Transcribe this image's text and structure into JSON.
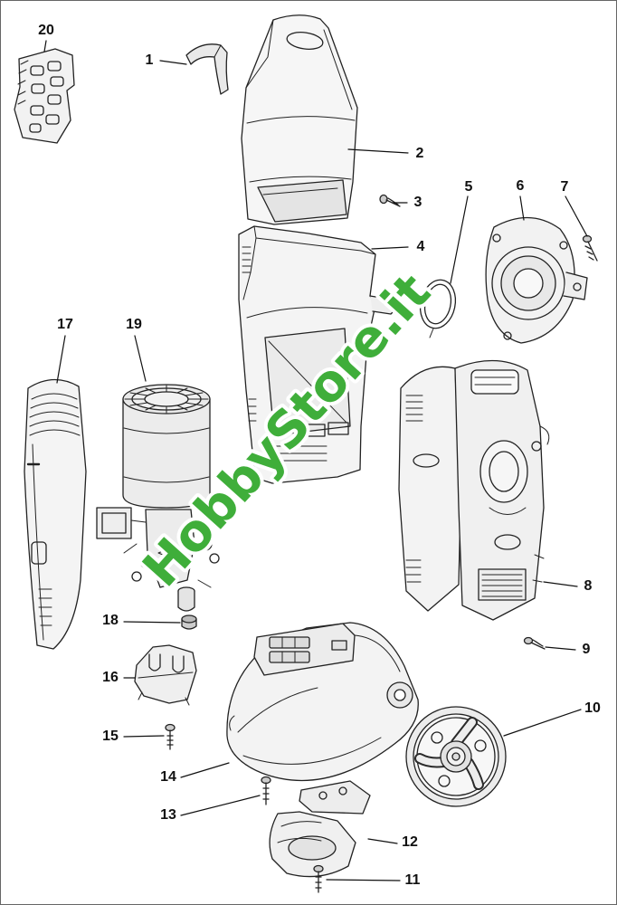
{
  "diagram": {
    "watermark": "HobbyStore.it",
    "watermark_color": "#3fae3a",
    "parts": [
      {
        "label": "1"
      },
      {
        "label": "2"
      },
      {
        "label": "3"
      },
      {
        "label": "4"
      },
      {
        "label": "5"
      },
      {
        "label": "6"
      },
      {
        "label": "7"
      },
      {
        "label": "8"
      },
      {
        "label": "9"
      },
      {
        "label": "10"
      },
      {
        "label": "11"
      },
      {
        "label": "12"
      },
      {
        "label": "13"
      },
      {
        "label": "14"
      },
      {
        "label": "15"
      },
      {
        "label": "16"
      },
      {
        "label": "17"
      },
      {
        "label": "18"
      },
      {
        "label": "19"
      },
      {
        "label": "20"
      }
    ]
  }
}
